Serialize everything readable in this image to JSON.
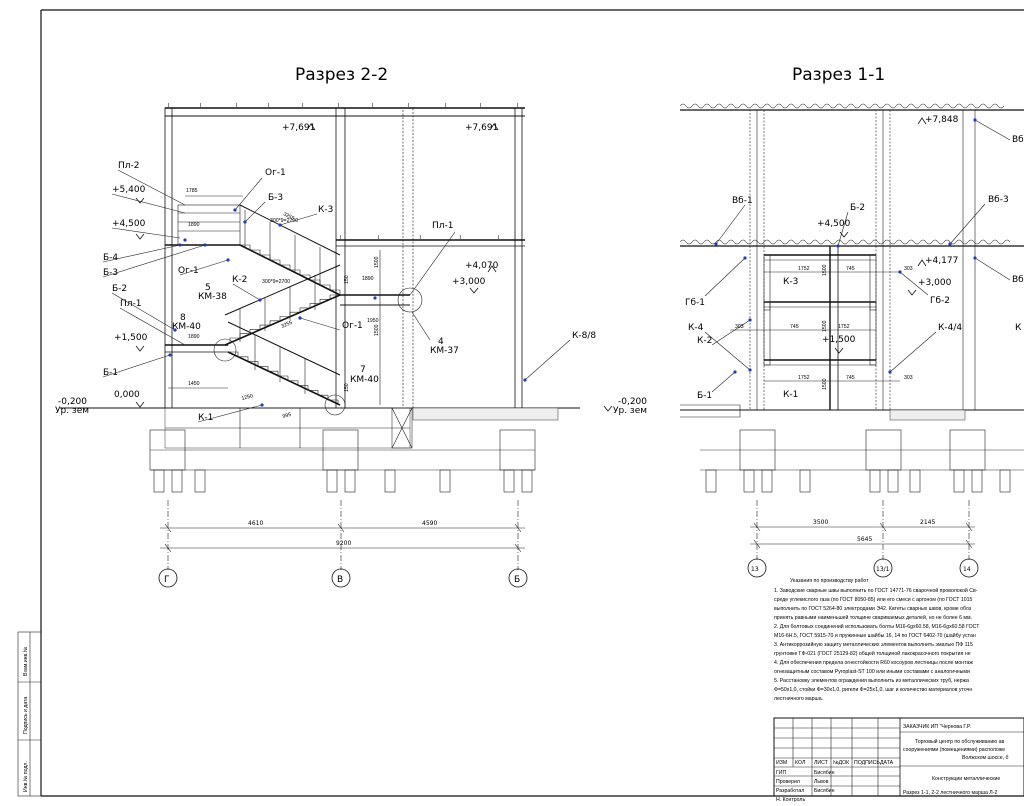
{
  "section22": {
    "title": "Разрез 2-2",
    "elevations": [
      "+7,691",
      "+7,691",
      "+5,400",
      "+4,500",
      "+4,070",
      "+3,000",
      "+1,500",
      "0,000",
      "-0,200"
    ],
    "ground": "Ур. зем",
    "labels": [
      "Пл-2",
      "Ог-1",
      "Б-3",
      "К-3",
      "Пл-1",
      "Б-4",
      "Б-3",
      "Ог-1",
      "К-2",
      "Б-2",
      "Пл-1",
      "Ог-1",
      "Б-1",
      "К-1",
      "К-8/8"
    ],
    "marks": [
      "КМ-38",
      "КМ-40",
      "КМ-37",
      "КМ-40"
    ],
    "mark_nums": [
      "5",
      "8",
      "4",
      "7"
    ],
    "dims": [
      "1785",
      "1890",
      "3255",
      "300*9=2700",
      "300*9=2700",
      "3255",
      "1890",
      "1950",
      "1500",
      "1500",
      "1450",
      "1250",
      "995",
      "1890",
      "150",
      "150"
    ],
    "bottom_dims": [
      "4610",
      "4590",
      "9200"
    ],
    "axes": [
      "Г",
      "В",
      "Б"
    ]
  },
  "section11": {
    "title": "Разрез 1-1",
    "elevations": [
      "+7,848",
      "+4,500",
      "+4,177",
      "+3,000",
      "+1,500",
      "-0,200"
    ],
    "ground": "Ур. зем",
    "labels": [
      "Вб-1",
      "Вб-3",
      "Вб",
      "Вб",
      "Б-2",
      "Гб-1",
      "Гб-2",
      "К-3",
      "К-4",
      "К-4/4",
      "К-2",
      "Б-1",
      "К-1",
      "К"
    ],
    "dims": [
      "1752",
      "745",
      "303",
      "1500",
      "303",
      "745",
      "1752",
      "1500",
      "1752",
      "745",
      "303",
      "1500"
    ],
    "bottom_dims": [
      "3500",
      "2145",
      "5645"
    ],
    "axes": [
      "13",
      "13/1",
      "14"
    ]
  },
  "notes": {
    "heading": "Указания по производству работ",
    "lines": [
      "1. Заводские сварные швы выполнить по ГОСТ 14771-76 сварочной проволокой Св-",
      "среде углекислого газа (по ГОСТ 8050-85) или его смеси с аргоном (по ГОСТ 1015",
      "выполнить по ГОСТ 5264-80 электродами Э42. Катеты сварных швов, кроме обоз",
      "принять равными наименьшей толщине свариваемых деталей, но не более 6 мм.",
      "2. Для болтовых соединений использовать болты М16-6gх60.58, М16-6gх60.58 ГОСТ",
      "М16-6Н.5, ГОСТ 5915-70 и пружинные шайбы 16, 14 по ГОСТ 6402-70 (шайбу устан",
      "3. Антикоррозийную защиту металлических элементов выполнить эмалью ПФ 115",
      "грунтовке ГФ-021 (ГОСТ 25129-82) общей толщиной лакокрасочного покрытия не",
      "4. Для обеспечения предела огнестойкости R60 косоуров лестницы после монтаж",
      "огнезащитным составом Pyroplast-ST 100 или иными составами с аналогичными",
      "5. Расстановку элементов ограждения выполнить из металлических труб, нержа",
      "Ф=50х1,0, стойки Ф=30х1,0, ригели Ф=25х1,0, шаг и количество материалов уточн",
      "лестничного марша."
    ]
  },
  "stamp": {
    "customer": "ЗАКАЗЧИК ИП \"Чернова Г.Р.",
    "project_lines": [
      "Торговый центр по обслуживанию ав",
      "сооружениями (помещениями) расположе",
      "Волжском шоссе, б"
    ],
    "headers": [
      "ИЗМ",
      "КОЛ",
      "ЛИСТ",
      "№ДОК",
      "ПОДПИСЬ",
      "ДАТА"
    ],
    "roles": [
      "ГИП",
      "Проверил",
      "Разработал",
      "Н. Контроль"
    ],
    "names": [
      "Бисябин",
      "Львов",
      "Бисябин"
    ],
    "stage": "Конструкции металлические",
    "sheet": "Разрез 1-1, 2-2 лестничного марша Л-2"
  },
  "side_stamp": [
    "Взам.инв.№",
    "Подпись и дата",
    "Инв.№ подл."
  ]
}
